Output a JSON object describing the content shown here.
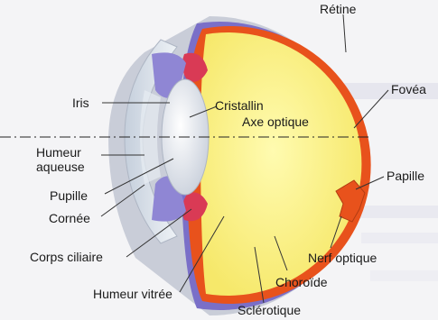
{
  "labels": {
    "retine": "Rétine",
    "fovea": "Fovéa",
    "iris": "Iris",
    "cristallin": "Cristallin",
    "axe_optique": "Axe optique",
    "humeur_aqueuse_1": "Humeur",
    "humeur_aqueuse_2": "aqueuse",
    "papille": "Papille",
    "pupille": "Pupille",
    "cornee": "Cornée",
    "corps_ciliaire": "Corps ciliaire",
    "nerf_optique": "Nerf optique",
    "choroide": "Choroïde",
    "humeur_vitree": "Humeur vitrée",
    "sclerotique": "Sclérotique"
  },
  "colors": {
    "background": "#f4f4f6",
    "vitreous": "#fbf08a",
    "retina": "#e8521c",
    "choroid": "#7a6fc8",
    "sclera": "#c9cdd8",
    "iris": "#8f86d4",
    "ciliary_body": "#d93a55",
    "lens": "#dfe4ec",
    "cornea": "#dde6ee"
  }
}
